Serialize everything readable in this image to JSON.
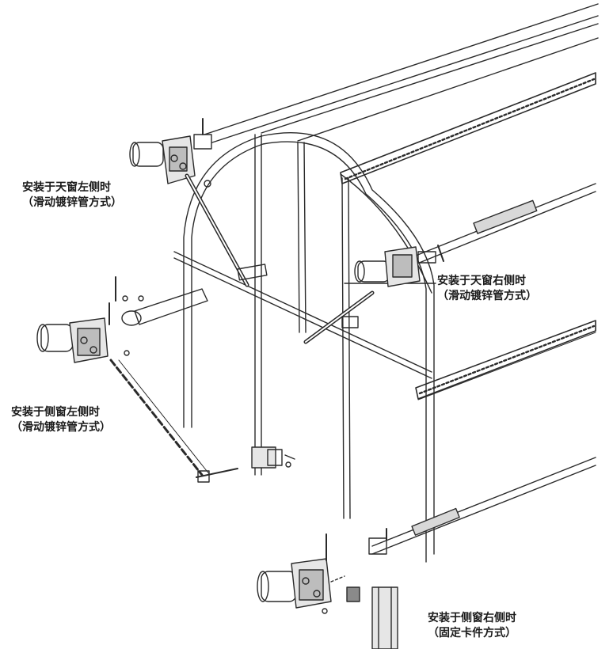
{
  "labels": {
    "roof_left": {
      "line1": "安装于天窗左侧时",
      "line2": "（滑动镀锌管方式）"
    },
    "roof_right": {
      "line1": "安装于天窗右侧时",
      "line2": "（滑动镀锌管方式）"
    },
    "side_left": {
      "line1": "安装于侧窗左侧时",
      "line2": "（滑动镀锌管方式）"
    },
    "side_right": {
      "line1": "安装于侧窗右侧时",
      "line2": "（固定卡件方式）"
    }
  },
  "colors": {
    "ink": "#2a2a2a",
    "background": "#ffffff"
  }
}
